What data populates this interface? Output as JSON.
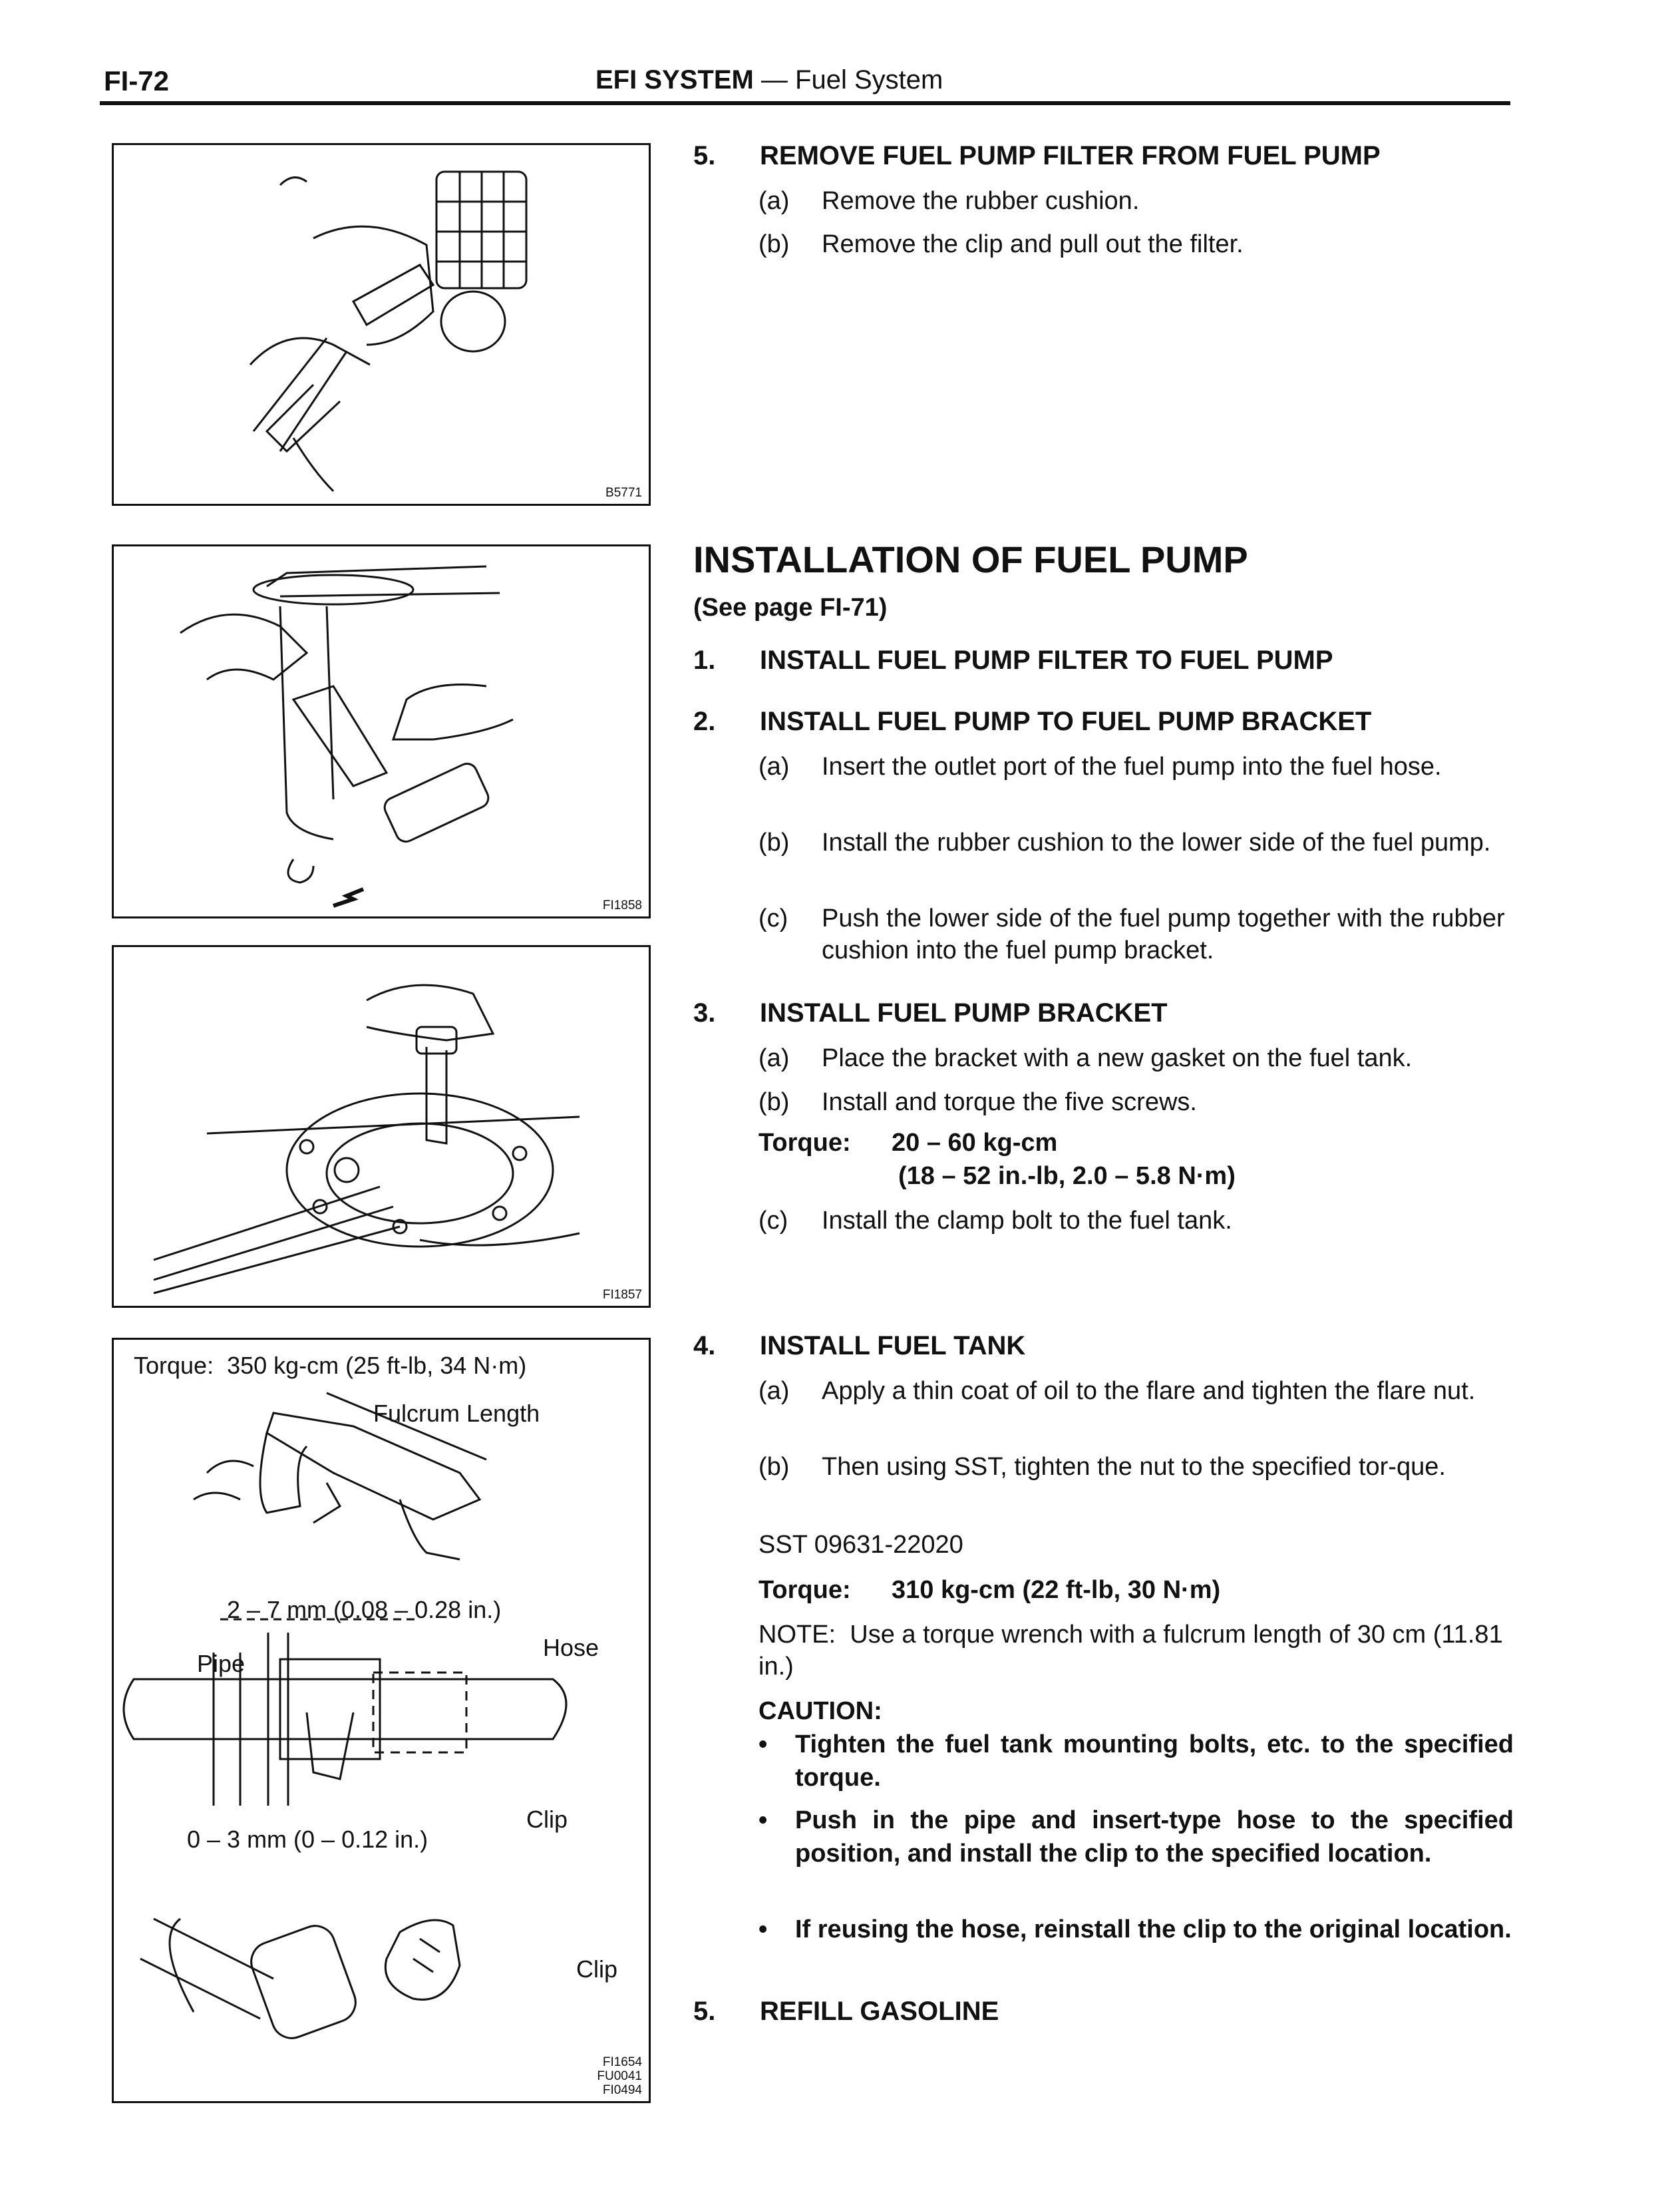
{
  "header": {
    "page_number": "FI-72",
    "section": "EFI SYSTEM",
    "dash": " — ",
    "subsection": "Fuel System"
  },
  "figures": {
    "fig1": {
      "code": "B5771"
    },
    "fig2": {
      "code": "FI1858"
    },
    "fig3": {
      "code": "FI1857"
    },
    "fig4": {
      "codes": [
        "FI1654",
        "FU0041",
        "FI0494"
      ],
      "torque_label": "Torque:",
      "torque_value": "350 kg-cm (25 ft-lb, 34 N·m)",
      "fulcrum_label": "Fulcrum Length",
      "gap_top": "2 – 7 mm (0.08 – 0.28 in.)",
      "hose_label": "Hose",
      "pipe_label": "Pipe",
      "clip_label_1": "Clip",
      "gap_bottom": "0 – 3 mm (0 – 0.12 in.)",
      "clip_label_2": "Clip"
    }
  },
  "removal": {
    "step5": {
      "num": "5.",
      "title": "REMOVE FUEL PUMP FILTER FROM FUEL PUMP"
    },
    "items": [
      {
        "label": "(a)",
        "text": "Remove the rubber cushion."
      },
      {
        "label": "(b)",
        "text": "Remove the clip and pull out the filter."
      }
    ]
  },
  "installation": {
    "heading": "INSTALLATION OF FUEL PUMP",
    "see_page": "(See page FI-71)",
    "step1": {
      "num": "1.",
      "title": "INSTALL FUEL PUMP FILTER TO FUEL PUMP"
    },
    "step2": {
      "num": "2.",
      "title": "INSTALL FUEL PUMP TO FUEL PUMP BRACKET",
      "items": [
        {
          "label": "(a)",
          "text": "Insert the outlet port of the fuel pump into the fuel hose."
        },
        {
          "label": "(b)",
          "text": "Install the rubber cushion to the lower side of the fuel pump."
        },
        {
          "label": "(c)",
          "text": "Push the lower side of the fuel pump together with the rubber cushion into the fuel pump bracket."
        }
      ]
    },
    "step3": {
      "num": "3.",
      "title": "INSTALL FUEL PUMP BRACKET",
      "items": [
        {
          "label": "(a)",
          "text": "Place the bracket with a new gasket on the fuel tank."
        },
        {
          "label": "(b)",
          "text": "Install and torque the five screws."
        }
      ],
      "torque_label": "Torque:",
      "torque_line1": "20 – 60 kg-cm",
      "torque_line2": "(18 – 52 in.-lb, 2.0 – 5.8 N·m)",
      "item_c": {
        "label": "(c)",
        "text": "Install the clamp bolt to the fuel tank."
      }
    },
    "step4": {
      "num": "4.",
      "title": "INSTALL FUEL TANK",
      "items": [
        {
          "label": "(a)",
          "text": "Apply a thin coat of oil to the flare and tighten the flare nut."
        },
        {
          "label": "(b)",
          "text": "Then using SST, tighten the nut to the specified tor-que."
        }
      ],
      "sst": "SST 09631-22020",
      "torque_label": "Torque:",
      "torque_value": "310 kg-cm (22 ft-lb, 30 N·m)",
      "note_label": "NOTE:",
      "note_text": "Use a torque wrench with a fulcrum length of 30 cm (11.81 in.)",
      "caution_label": "CAUTION:",
      "cautions": [
        "Tighten the fuel tank mounting bolts, etc. to the specified torque.",
        "Push in the pipe and insert-type hose to the specified position, and install the clip to the specified location.",
        "If reusing the hose, reinstall the clip to the original location."
      ]
    },
    "step5": {
      "num": "5.",
      "title": "REFILL GASOLINE"
    }
  }
}
